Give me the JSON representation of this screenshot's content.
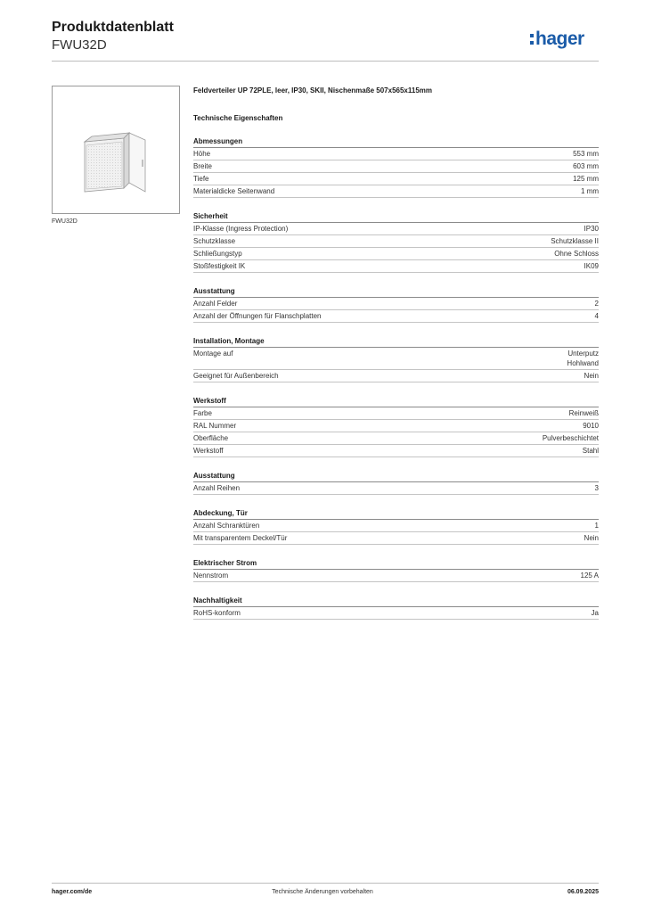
{
  "header": {
    "title": "Produktdatenblatt",
    "subtitle": "FWU32D",
    "logo_text": "hager",
    "logo_color": "#1a5ba8"
  },
  "image": {
    "caption": "FWU32D"
  },
  "product": {
    "description": "Feldverteiler UP 72PLE, leer, IP30, SKII, Nischenmaße 507x565x115mm",
    "tech_heading": "Technische Eigenschaften"
  },
  "sections": [
    {
      "title": "Abmessungen",
      "rows": [
        {
          "label": "Höhe",
          "value": [
            "553 mm"
          ]
        },
        {
          "label": "Breite",
          "value": [
            "603 mm"
          ]
        },
        {
          "label": "Tiefe",
          "value": [
            "125 mm"
          ]
        },
        {
          "label": "Materialdicke Seitenwand",
          "value": [
            "1 mm"
          ]
        }
      ]
    },
    {
      "title": "Sicherheit",
      "rows": [
        {
          "label": "IP-Klasse (Ingress Protection)",
          "value": [
            "IP30"
          ]
        },
        {
          "label": "Schutzklasse",
          "value": [
            "Schutzklasse II"
          ]
        },
        {
          "label": "Schließungstyp",
          "value": [
            "Ohne Schloss"
          ]
        },
        {
          "label": "Stoßfestigkeit IK",
          "value": [
            "IK09"
          ]
        }
      ]
    },
    {
      "title": "Ausstattung",
      "rows": [
        {
          "label": "Anzahl Felder",
          "value": [
            "2"
          ]
        },
        {
          "label": "Anzahl der Öffnungen für Flanschplatten",
          "value": [
            "4"
          ]
        }
      ]
    },
    {
      "title": "Installation, Montage",
      "rows": [
        {
          "label": "Montage auf",
          "value": [
            "Unterputz",
            "Hohlwand"
          ]
        },
        {
          "label": "Geeignet für Außenbereich",
          "value": [
            "Nein"
          ]
        }
      ]
    },
    {
      "title": "Werkstoff",
      "rows": [
        {
          "label": "Farbe",
          "value": [
            "Reinweiß"
          ]
        },
        {
          "label": "RAL Nummer",
          "value": [
            "9010"
          ]
        },
        {
          "label": "Oberfläche",
          "value": [
            "Pulverbeschichtet"
          ]
        },
        {
          "label": "Werkstoff",
          "value": [
            "Stahl"
          ]
        }
      ]
    },
    {
      "title": "Ausstattung",
      "rows": [
        {
          "label": "Anzahl Reihen",
          "value": [
            "3"
          ]
        }
      ]
    },
    {
      "title": "Abdeckung, Tür",
      "rows": [
        {
          "label": "Anzahl Schranktüren",
          "value": [
            "1"
          ]
        },
        {
          "label": "Mit transparentem Deckel/Tür",
          "value": [
            "Nein"
          ]
        }
      ]
    },
    {
      "title": "Elektrischer Strom",
      "rows": [
        {
          "label": "Nennstrom",
          "value": [
            "125 A"
          ]
        }
      ]
    },
    {
      "title": "Nachhaltigkeit",
      "rows": [
        {
          "label": "RoHS-konform",
          "value": [
            "Ja"
          ]
        }
      ]
    }
  ],
  "footer": {
    "website": "hager.com/de",
    "notice": "Technische Änderungen vorbehalten",
    "date": "06.09.2025"
  }
}
